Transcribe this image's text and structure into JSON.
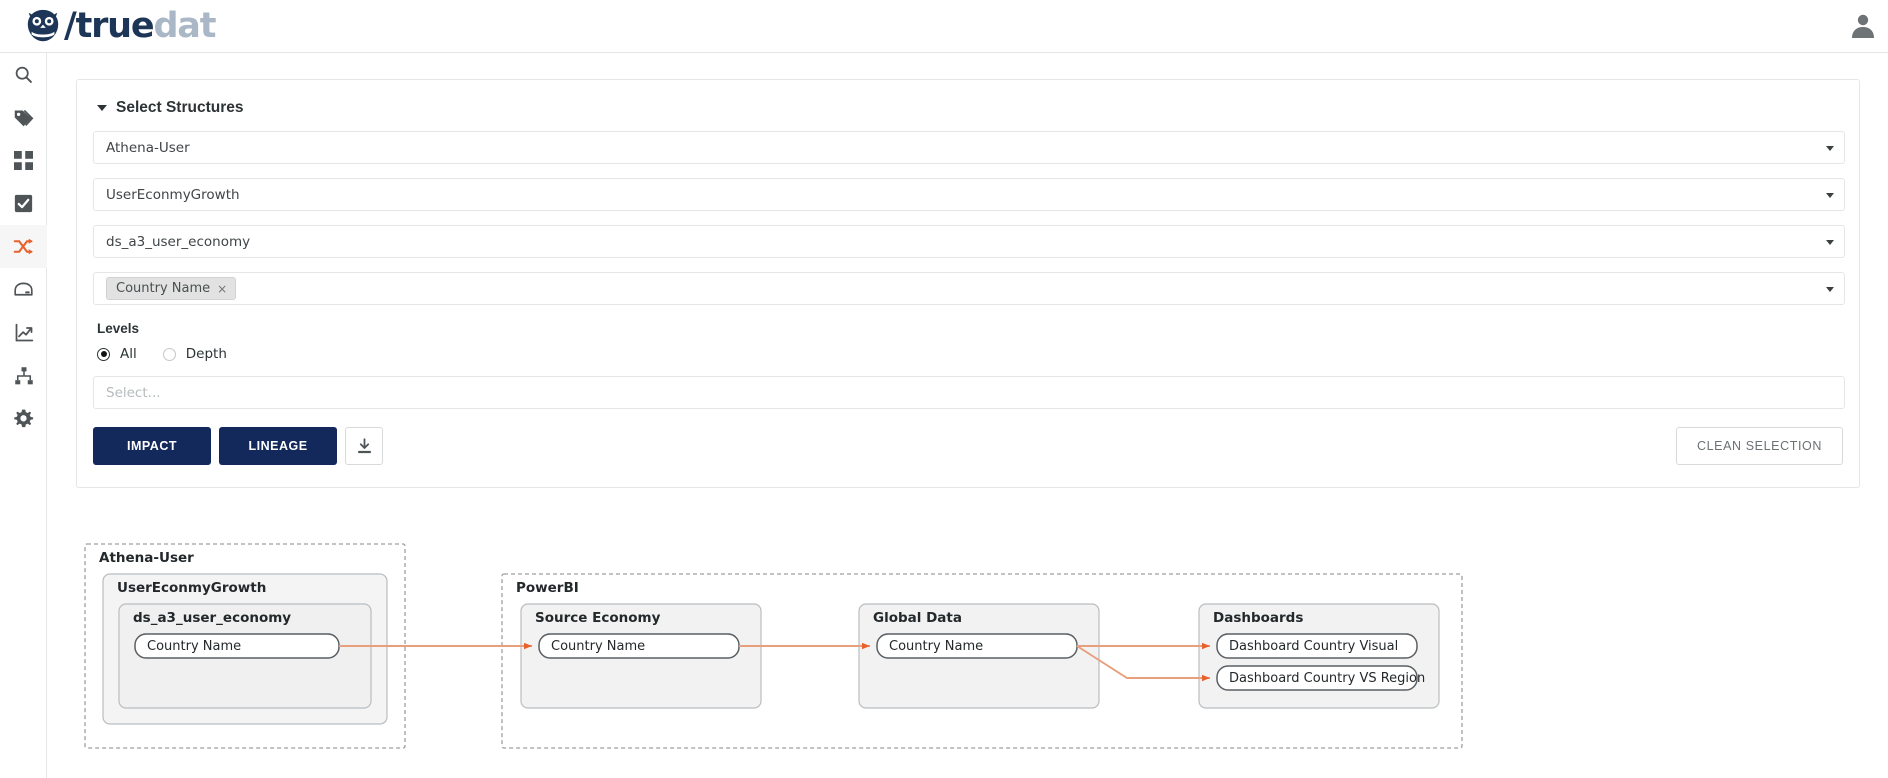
{
  "app": {
    "logo_text_primary": "/true",
    "logo_text_secondary": "dat",
    "logo_icon": "owl-icon",
    "user_icon": "user-avatar-icon"
  },
  "sidebar": {
    "items": [
      {
        "icon": "search-icon",
        "name": "search",
        "active": false
      },
      {
        "icon": "tags-icon",
        "name": "tags",
        "active": false
      },
      {
        "icon": "grid-icon",
        "name": "domains",
        "active": false
      },
      {
        "icon": "checkbox-icon",
        "name": "quality",
        "active": false
      },
      {
        "icon": "shuffle-icon",
        "name": "lineage",
        "active": true
      },
      {
        "icon": "database-icon",
        "name": "data-sets",
        "active": false
      },
      {
        "icon": "chart-icon",
        "name": "metrics",
        "active": false
      },
      {
        "icon": "sitemap-icon",
        "name": "structures",
        "active": false
      },
      {
        "icon": "gear-icon",
        "name": "settings",
        "active": false
      }
    ],
    "active_color": "#e8602c",
    "icon_color": "#4f5457"
  },
  "panel": {
    "title": "Select Structures",
    "selects": [
      {
        "name": "system-select",
        "value": "Athena-User"
      },
      {
        "name": "group-select",
        "value": "UserEconmyGrowth"
      },
      {
        "name": "structure-select",
        "value": "ds_a3_user_economy"
      }
    ],
    "field_select": {
      "name": "field-select",
      "chips": [
        {
          "label": "Country Name",
          "remove": "×"
        }
      ]
    },
    "levels": {
      "label": "Levels",
      "options": [
        {
          "label": "All",
          "checked": true
        },
        {
          "label": "Depth",
          "checked": false
        }
      ]
    },
    "depth_input": {
      "placeholder": "Select..."
    },
    "buttons": {
      "impact": "IMPACT",
      "lineage": "LINEAGE",
      "download_icon": "download-icon",
      "clean_selection": "CLEAN SELECTION"
    },
    "accent_primary": "#13295b"
  },
  "graph": {
    "edge_color": "#e8a07c",
    "groups": [
      {
        "name": "athena-user-group",
        "label": "Athena-User",
        "children": [
          {
            "name": "usereconmygrowth-group",
            "label": "UserEconmyGrowth",
            "children": [
              {
                "name": "ds-a3-user-economy-group",
                "label": "ds_a3_user_economy",
                "fields": [
                  "Country Name"
                ]
              }
            ]
          }
        ]
      },
      {
        "name": "powerbi-group",
        "label": "PowerBI",
        "children": [
          {
            "name": "source-economy-group",
            "label": "Source Economy",
            "fields": [
              "Country Name"
            ]
          },
          {
            "name": "global-data-group",
            "label": "Global Data",
            "fields": [
              "Country Name"
            ]
          },
          {
            "name": "dashboards-group",
            "label": "Dashboards",
            "fields": [
              "Dashboard Country Visual",
              "Dashboard Country VS Region"
            ]
          }
        ]
      }
    ]
  }
}
